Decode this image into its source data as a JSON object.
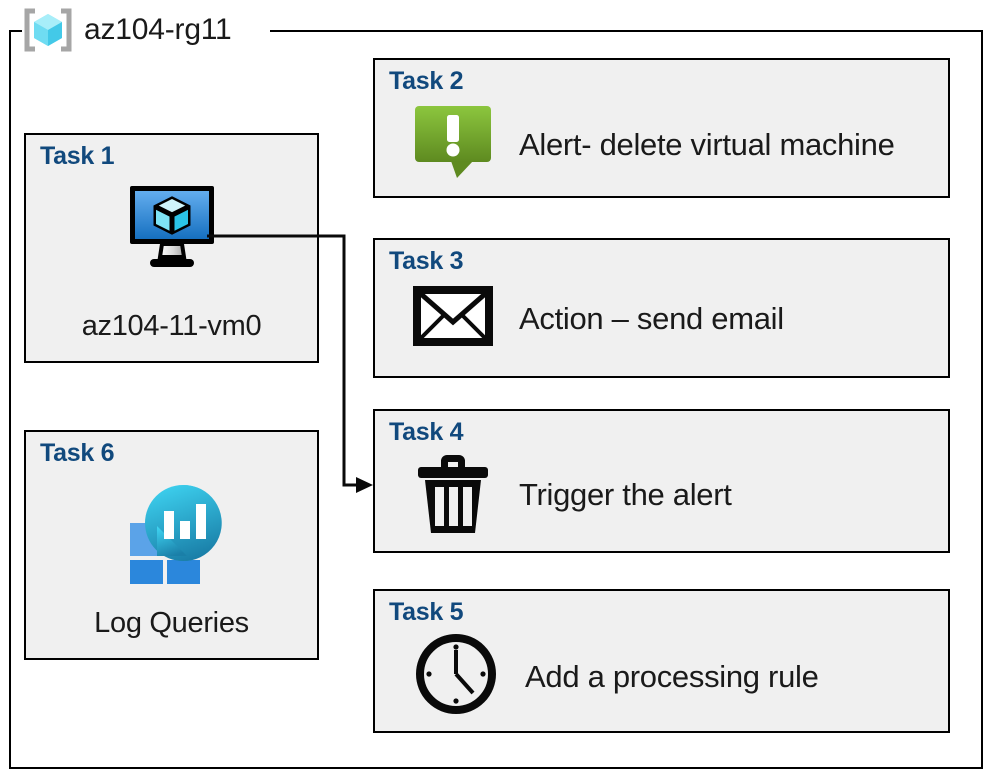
{
  "resource_group": {
    "name": "az104-rg11",
    "icon": "resource-group-cube-icon"
  },
  "colors": {
    "task_title": "#11497D",
    "card_bg": "#F0F0F0",
    "card_border": "#000000",
    "alert_green_light": "#8CC63E",
    "alert_green_dark": "#5E8A20",
    "vm_blue_light": "#59A5E8",
    "vm_blue_dark": "#1873C2",
    "log_tile_light": "#5BA3E8",
    "log_tile_dark": "#2B87DC",
    "log_drop_light": "#35CBEB",
    "log_drop_dark": "#1B7FA8",
    "rg_cube_cyan": "#7EE4F5",
    "rg_bracket_gray": "#A6A6A6"
  },
  "cards": [
    {
      "id": "task-1",
      "title": "Task 1",
      "label": "az104-11-vm0",
      "icon": "virtual-machine-icon",
      "layout": "vertical"
    },
    {
      "id": "task-2",
      "title": "Task 2",
      "label": "Alert- delete virtual machine",
      "icon": "alert-exclamation-icon",
      "layout": "horizontal"
    },
    {
      "id": "task-3",
      "title": "Task 3",
      "label": "Action – send email",
      "icon": "envelope-icon",
      "layout": "horizontal"
    },
    {
      "id": "task-4",
      "title": "Task 4",
      "label": "Trigger the alert",
      "icon": "trash-can-icon",
      "layout": "horizontal"
    },
    {
      "id": "task-5",
      "title": "Task 5",
      "label": "Add a processing rule",
      "icon": "clock-icon",
      "layout": "horizontal"
    },
    {
      "id": "task-6",
      "title": "Task 6",
      "label": "Log Queries",
      "icon": "log-analytics-icon",
      "layout": "vertical"
    }
  ],
  "connector": {
    "from": "task-1-virtual-machine-icon",
    "to": "task-4-card",
    "arrow": "arrowhead-right"
  }
}
